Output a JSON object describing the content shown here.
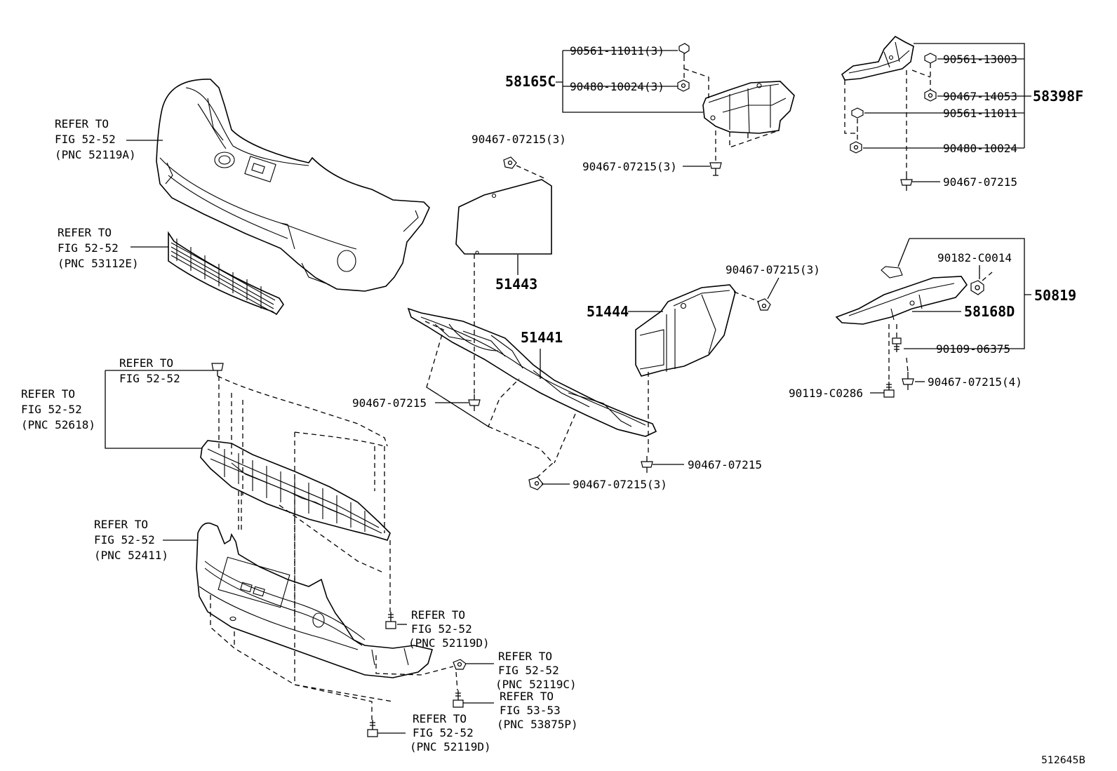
{
  "diagram_id": "512645B",
  "refer_blocks": {
    "front_bumper_cover": [
      "REFER TO",
      "FIG 52-52",
      "(PNC 52119A)"
    ],
    "upper_grille": [
      "REFER TO",
      "FIG 52-52",
      "(PNC 53112E)"
    ],
    "retainer_clip": [
      "REFER TO",
      "FIG 52-52"
    ],
    "absorber": [
      "REFER TO",
      "FIG 52-52",
      "(PNC 52618)"
    ],
    "lower_cover": [
      "REFER TO",
      "FIG 52-52",
      "(PNC 52411)"
    ],
    "screw_52119d_upper": [
      "REFER TO",
      "FIG 52-52",
      "(PNC 52119D)"
    ],
    "nut_52119c": [
      "REFER TO",
      "FIG 52-52",
      "(PNC 52119C)"
    ],
    "bolt_53875p": [
      "REFER TO",
      "FIG 53-53",
      "(PNC 53875P)"
    ],
    "screw_52119d_lower": [
      "REFER TO",
      "FIG 52-52",
      "(PNC 52119D)"
    ]
  },
  "part_numbers": {
    "p51443": "51443",
    "p51441": "51441",
    "p51444": "51444",
    "p58165c": "58165C",
    "p58398f": "58398F",
    "p50819": "50819",
    "p58168d": "58168D"
  },
  "fasteners": {
    "f1": "90561-11011(3)",
    "f2": "90480-10024(3)",
    "f3": "90467-07215(3)",
    "f4": "90467-07215(3)",
    "f5": "90561-13003",
    "f6": "90467-14053",
    "f7": "90561-11011",
    "f8": "90480-10024",
    "f9": "90467-07215",
    "f10": "90467-07215(3)",
    "f11": "90182-C0014",
    "f12": "90109-06375",
    "f13": "90467-07215(4)",
    "f14": "90119-C0286",
    "f15": "90467-07215",
    "f16": "90467-07215",
    "f17": "90467-07215(3)"
  }
}
